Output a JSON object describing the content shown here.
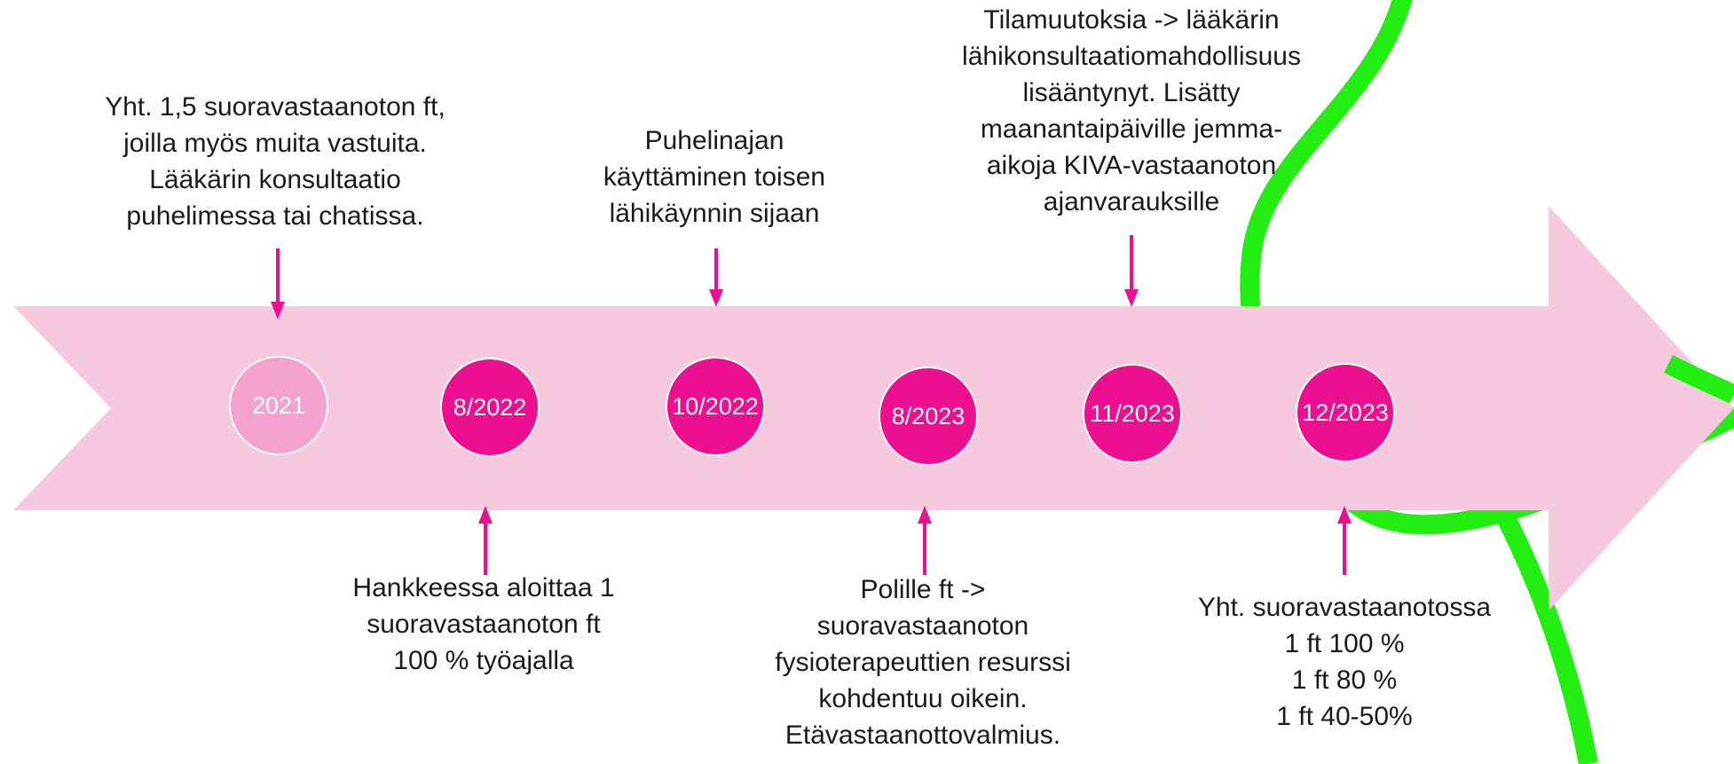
{
  "colors": {
    "background": "#ffffff",
    "arrow": "#f6c9de",
    "accent": "#ec1090",
    "first_node": "#f4a3cf",
    "node": "#ec1090",
    "green_curve": "#22ee11",
    "text": "#1a1a1a"
  },
  "timeline": {
    "nodes": [
      {
        "date": "2021"
      },
      {
        "date": "8/2022"
      },
      {
        "date": "10/2022"
      },
      {
        "date": "8/2023"
      },
      {
        "date": "11/2023"
      },
      {
        "date": "12/2023"
      }
    ],
    "events": [
      {
        "text": "Yht. 1,5 suoravastaanoton ft,\njoilla myös muita vastuita.\nLääkärin konsultaatio\npuhelimessa tai chatissa."
      },
      {
        "text": "Hankkeessa aloittaa 1\nsuoravastaanoton ft\n100 % työajalla"
      },
      {
        "text": "Puhelinajan\nkäyttäminen toisen\nlähikäynnin sijaan"
      },
      {
        "text": "Polille ft ->\nsuoravastaanoton\nfysioterapeuttien resurssi\nkohdentuu oikein.\nEtävastaanottovalmius."
      },
      {
        "text": "Tilamuutoksia -> lääkärin\nlähikonsultaatiomahdollisuus\nlisääntynyt. Lisätty\nmaanantaipäiville jemma-\naikoja KIVA-vastaanoton\najanvarauksille"
      },
      {
        "text": "Yht. suoravastaanotossa\n1 ft 100 %\n1 ft 80 %\n1 ft 40-50%"
      }
    ]
  }
}
